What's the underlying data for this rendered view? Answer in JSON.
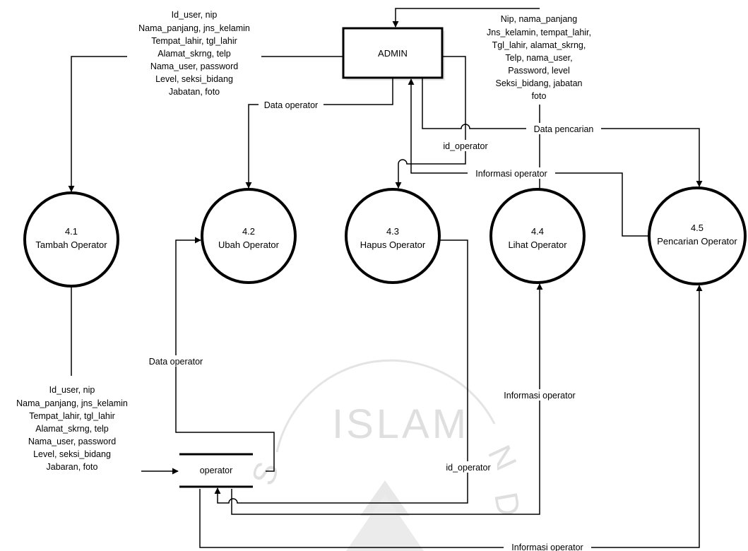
{
  "entity": {
    "label": "ADMIN"
  },
  "data_store": {
    "label": "operator"
  },
  "processes": [
    {
      "number": "4.1",
      "name": "Tambah Operator"
    },
    {
      "number": "4.2",
      "name": "Ubah Operator"
    },
    {
      "number": "4.3",
      "name": "Hapus Operator"
    },
    {
      "number": "4.4",
      "name": "Lihat Operator"
    },
    {
      "number": "4.5",
      "name": "Pencarian Operator"
    }
  ],
  "flows": {
    "admin_to_tambah": [
      "Id_user, nip",
      "Nama_panjang, jns_kelamin",
      "Tempat_lahir, tgl_lahir",
      "Alamat_skrng, telp",
      "Nama_user, password",
      "Level, seksi_bidang",
      "Jabatan, foto"
    ],
    "lihat_to_admin": [
      "Nip, nama_panjang",
      "Jns_kelamin, tempat_lahir,",
      "Tgl_lahir, alamat_skrng,",
      "Telp, nama_user,",
      "Password, level",
      "Seksi_bidang, jabatan",
      "foto"
    ],
    "tambah_to_store": [
      "Id_user, nip",
      "Nama_panjang, jns_kelamin",
      "Tempat_lahir, tgl_lahir",
      "Alamat_skrng, telp",
      "Nama_user, password",
      "Level, seksi_bidang",
      "Jabaran, foto"
    ],
    "admin_to_ubah": "Data operator",
    "store_to_ubah": "Data operator",
    "admin_to_hapus": "id_operator",
    "hapus_to_store": "id_operator",
    "admin_to_pencarian": "Data pencarian",
    "pencarian_to_admin": "Informasi operator",
    "store_to_lihat": "Informasi operator",
    "store_to_pencarian": "Informasi operator"
  },
  "watermark": {
    "text": "ISLAM"
  }
}
